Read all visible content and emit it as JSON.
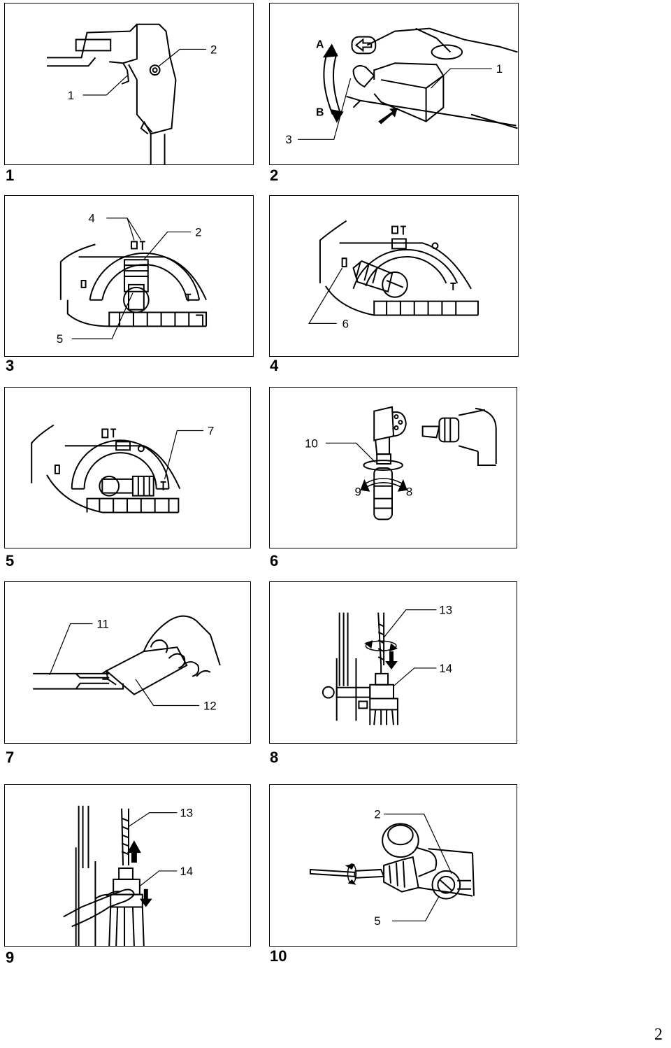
{
  "figures": [
    {
      "number": "1",
      "callouts": [
        "1",
        "2"
      ]
    },
    {
      "number": "2",
      "callouts": [
        "1",
        "3"
      ],
      "direction_letters": [
        "A",
        "B"
      ]
    },
    {
      "number": "3",
      "callouts": [
        "4",
        "2",
        "5"
      ]
    },
    {
      "number": "4",
      "callouts": [
        "6"
      ]
    },
    {
      "number": "5",
      "callouts": [
        "7"
      ]
    },
    {
      "number": "6",
      "callouts": [
        "10",
        "9",
        "8"
      ]
    },
    {
      "number": "7",
      "callouts": [
        "11",
        "12"
      ]
    },
    {
      "number": "8",
      "callouts": [
        "13",
        "14"
      ]
    },
    {
      "number": "9",
      "callouts": [
        "13",
        "14"
      ]
    },
    {
      "number": "10",
      "callouts": [
        "2",
        "5"
      ]
    }
  ],
  "page_number": "2",
  "colors": {
    "ink": "#000000",
    "paper": "#ffffff"
  }
}
